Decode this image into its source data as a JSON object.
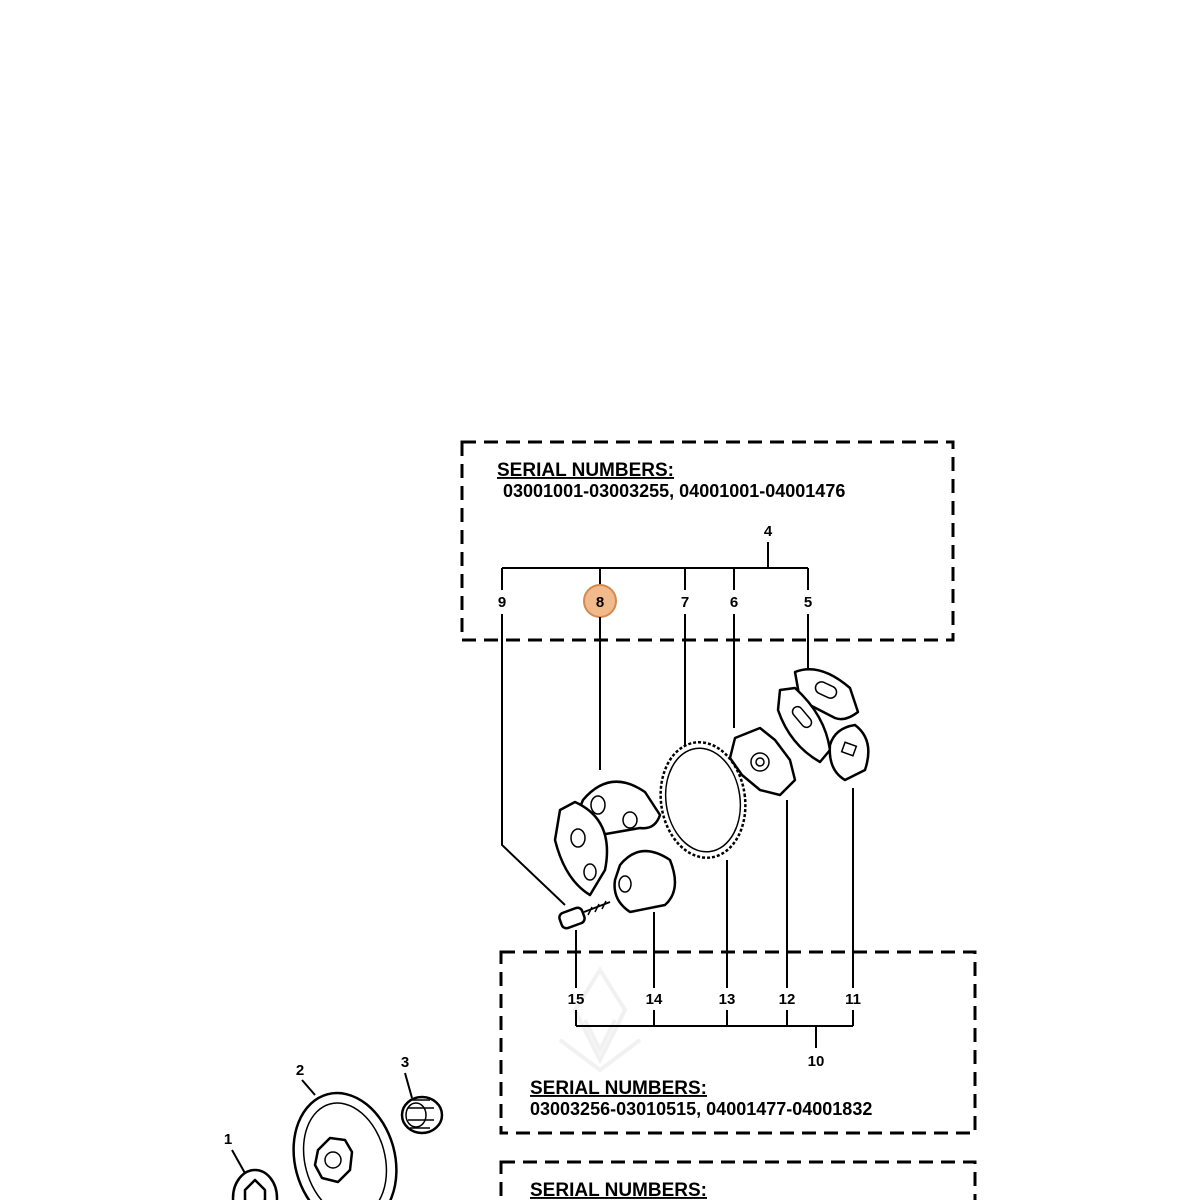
{
  "boxes": [
    {
      "heading": "SERIAL  NUMBERS:",
      "serials": "03001001-03003255,   04001001-04001476"
    },
    {
      "heading": "SERIAL  NUMBERS:",
      "serials": "03003256-03010515,   04001477-04001832"
    },
    {
      "heading": "SERIAL  NUMBERS:"
    }
  ],
  "callouts": {
    "c1": "1",
    "c2": "2",
    "c3": "3",
    "c4": "4",
    "c5": "5",
    "c6": "6",
    "c7": "7",
    "c8": "8",
    "c9": "9",
    "c10": "10",
    "c11": "11",
    "c12": "12",
    "c13": "13",
    "c14": "14",
    "c15": "15"
  },
  "highlighted_callout": "8",
  "colors": {
    "highlight_fill": "#f2b98a",
    "highlight_stroke": "#d08a52",
    "line": "#000000"
  }
}
